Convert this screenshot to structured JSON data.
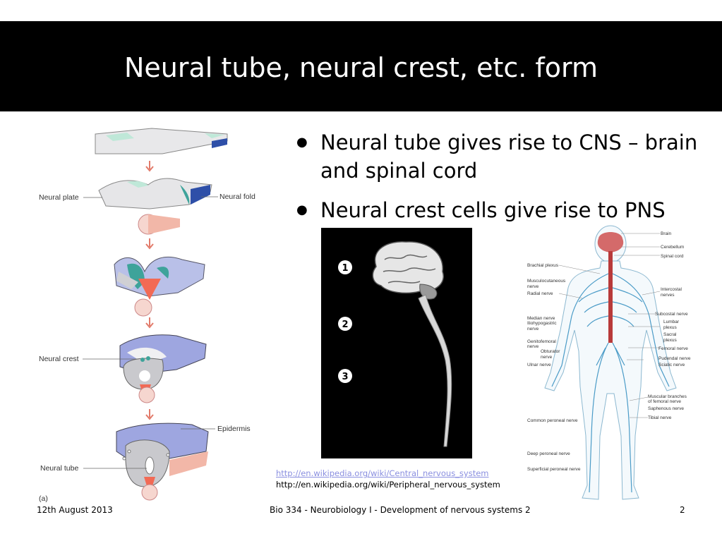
{
  "slide": {
    "title": "Neural tube, neural crest, etc. form",
    "bullets": [
      "Neural tube gives rise to CNS – brain and spinal cord",
      "Neural crest cells give rise to PNS"
    ],
    "links": {
      "cns": "http://en.wikipedia.org/wiki/Central_nervous_system",
      "pns": "http://en.wikipedia.org/wiki/Peripheral_nervous_system"
    },
    "footer": {
      "date": "12th August 2013",
      "course": "Bio 334 - Neurobiology I - Development of nervous systems 2",
      "page": "2"
    }
  },
  "figure_a": {
    "panel_label": "(a)",
    "labels": {
      "neural_plate": "Neural plate",
      "neural_fold": "Neural fold",
      "neural_crest": "Neural crest",
      "epidermis": "Epidermis",
      "neural_tube": "Neural tube"
    }
  },
  "figure_cns": {
    "markers": [
      "1",
      "2",
      "3"
    ]
  },
  "figure_pns": {
    "labels": {
      "brain": "Brain",
      "cerebellum": "Cerebellum",
      "spinal_cord": "Spinal cord",
      "brachial_plexus": "Brachial plexus",
      "musculocutaneous_1": "Musculocutaneous",
      "musculocutaneous_2": "nerve",
      "radial": "Radial nerve",
      "intercostal_1": "Intercostal",
      "intercostal_2": "nerves",
      "subcostal": "Subcostal nerve",
      "median": "Median nerve",
      "iliohypogastric_1": "Iliohypogastric",
      "iliohypogastric_2": "nerve",
      "lumbar_1": "Lumbar",
      "lumbar_2": "plexus",
      "sacral_1": "Sacral",
      "sacral_2": "plexus",
      "genitofemoral_1": "Genitofemoral",
      "genitofemoral_2": "nerve",
      "femoral": "Femoral nerve",
      "obturator_1": "Obturator",
      "obturator_2": "nerve",
      "pudendal": "Pudendal nerve",
      "ulnar": "Ulnar nerve",
      "sciatic": "Sciatic nerve",
      "muscular_1": "Muscular branches",
      "muscular_2": "of femoral nerve",
      "saphenous": "Saphenous nerve",
      "tibial": "Tibial nerve",
      "common_peroneal": "Common peroneal nerve",
      "deep_peroneal": "Deep peroneal nerve",
      "superficial_peroneal": "Superficial peroneal nerve"
    }
  }
}
